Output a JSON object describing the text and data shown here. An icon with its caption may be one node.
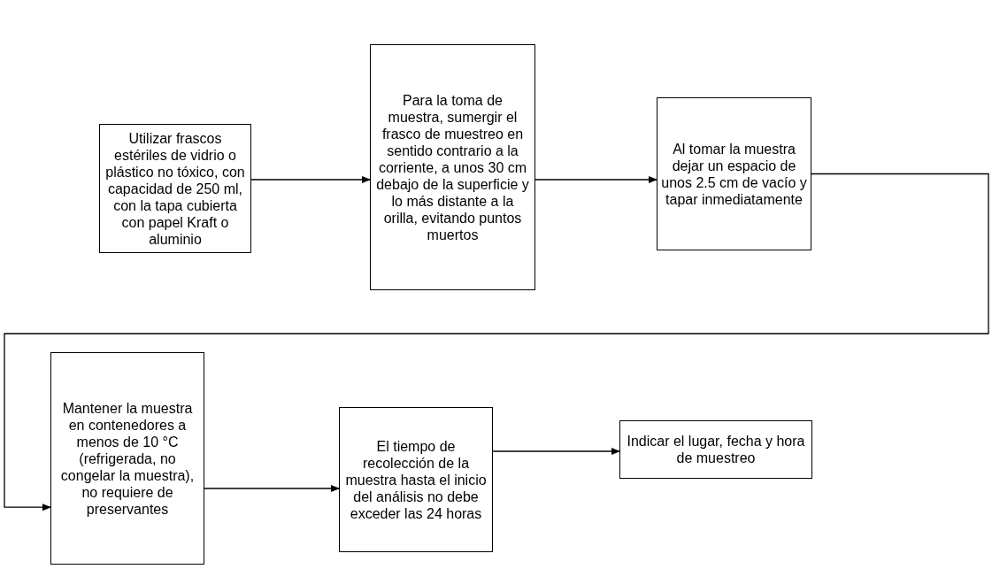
{
  "diagram": {
    "nodes": [
      {
        "text": [
          "Utilizar frascos estériles de vidrio o plástico no tóxico, con capacidad de 250 ml, con la tapa cubierta con papel Kraft o aluminio"
        ]
      },
      {
        "text": [
          "Para la toma de muestra, sumergir el frasco de muestreo en sentido contrario a la corriente, a unos 30 cm debajo de la superficie y lo más distante a la orilla, evitando puntos muertos"
        ]
      },
      {
        "text": [
          "Al tomar la muestra dejar un espacio de unos 2.5 cm de vacío y tapar inmediatamente"
        ]
      },
      {
        "text": [
          "Mantener la muestra en contenedores a menos de 10 °C (refrigerada, no congelar la muestra), no requiere de preservantes"
        ]
      },
      {
        "text": [
          "El tiempo de recolección de la muestra hasta el inicio del análisis no debe exceder las 24 horas"
        ]
      },
      {
        "text": [
          "Indicar el lugar, fecha y hora de muestreo"
        ]
      }
    ],
    "edges": [
      {
        "from": 0,
        "to": 1,
        "arrow": "to"
      },
      {
        "from": 1,
        "to": 2,
        "arrow": "to"
      },
      {
        "from": 2,
        "to": 3,
        "arrow": "to"
      },
      {
        "from": 3,
        "to": 4,
        "arrow": "to"
      },
      {
        "from": 4,
        "to": 5,
        "arrow": "to"
      }
    ]
  }
}
